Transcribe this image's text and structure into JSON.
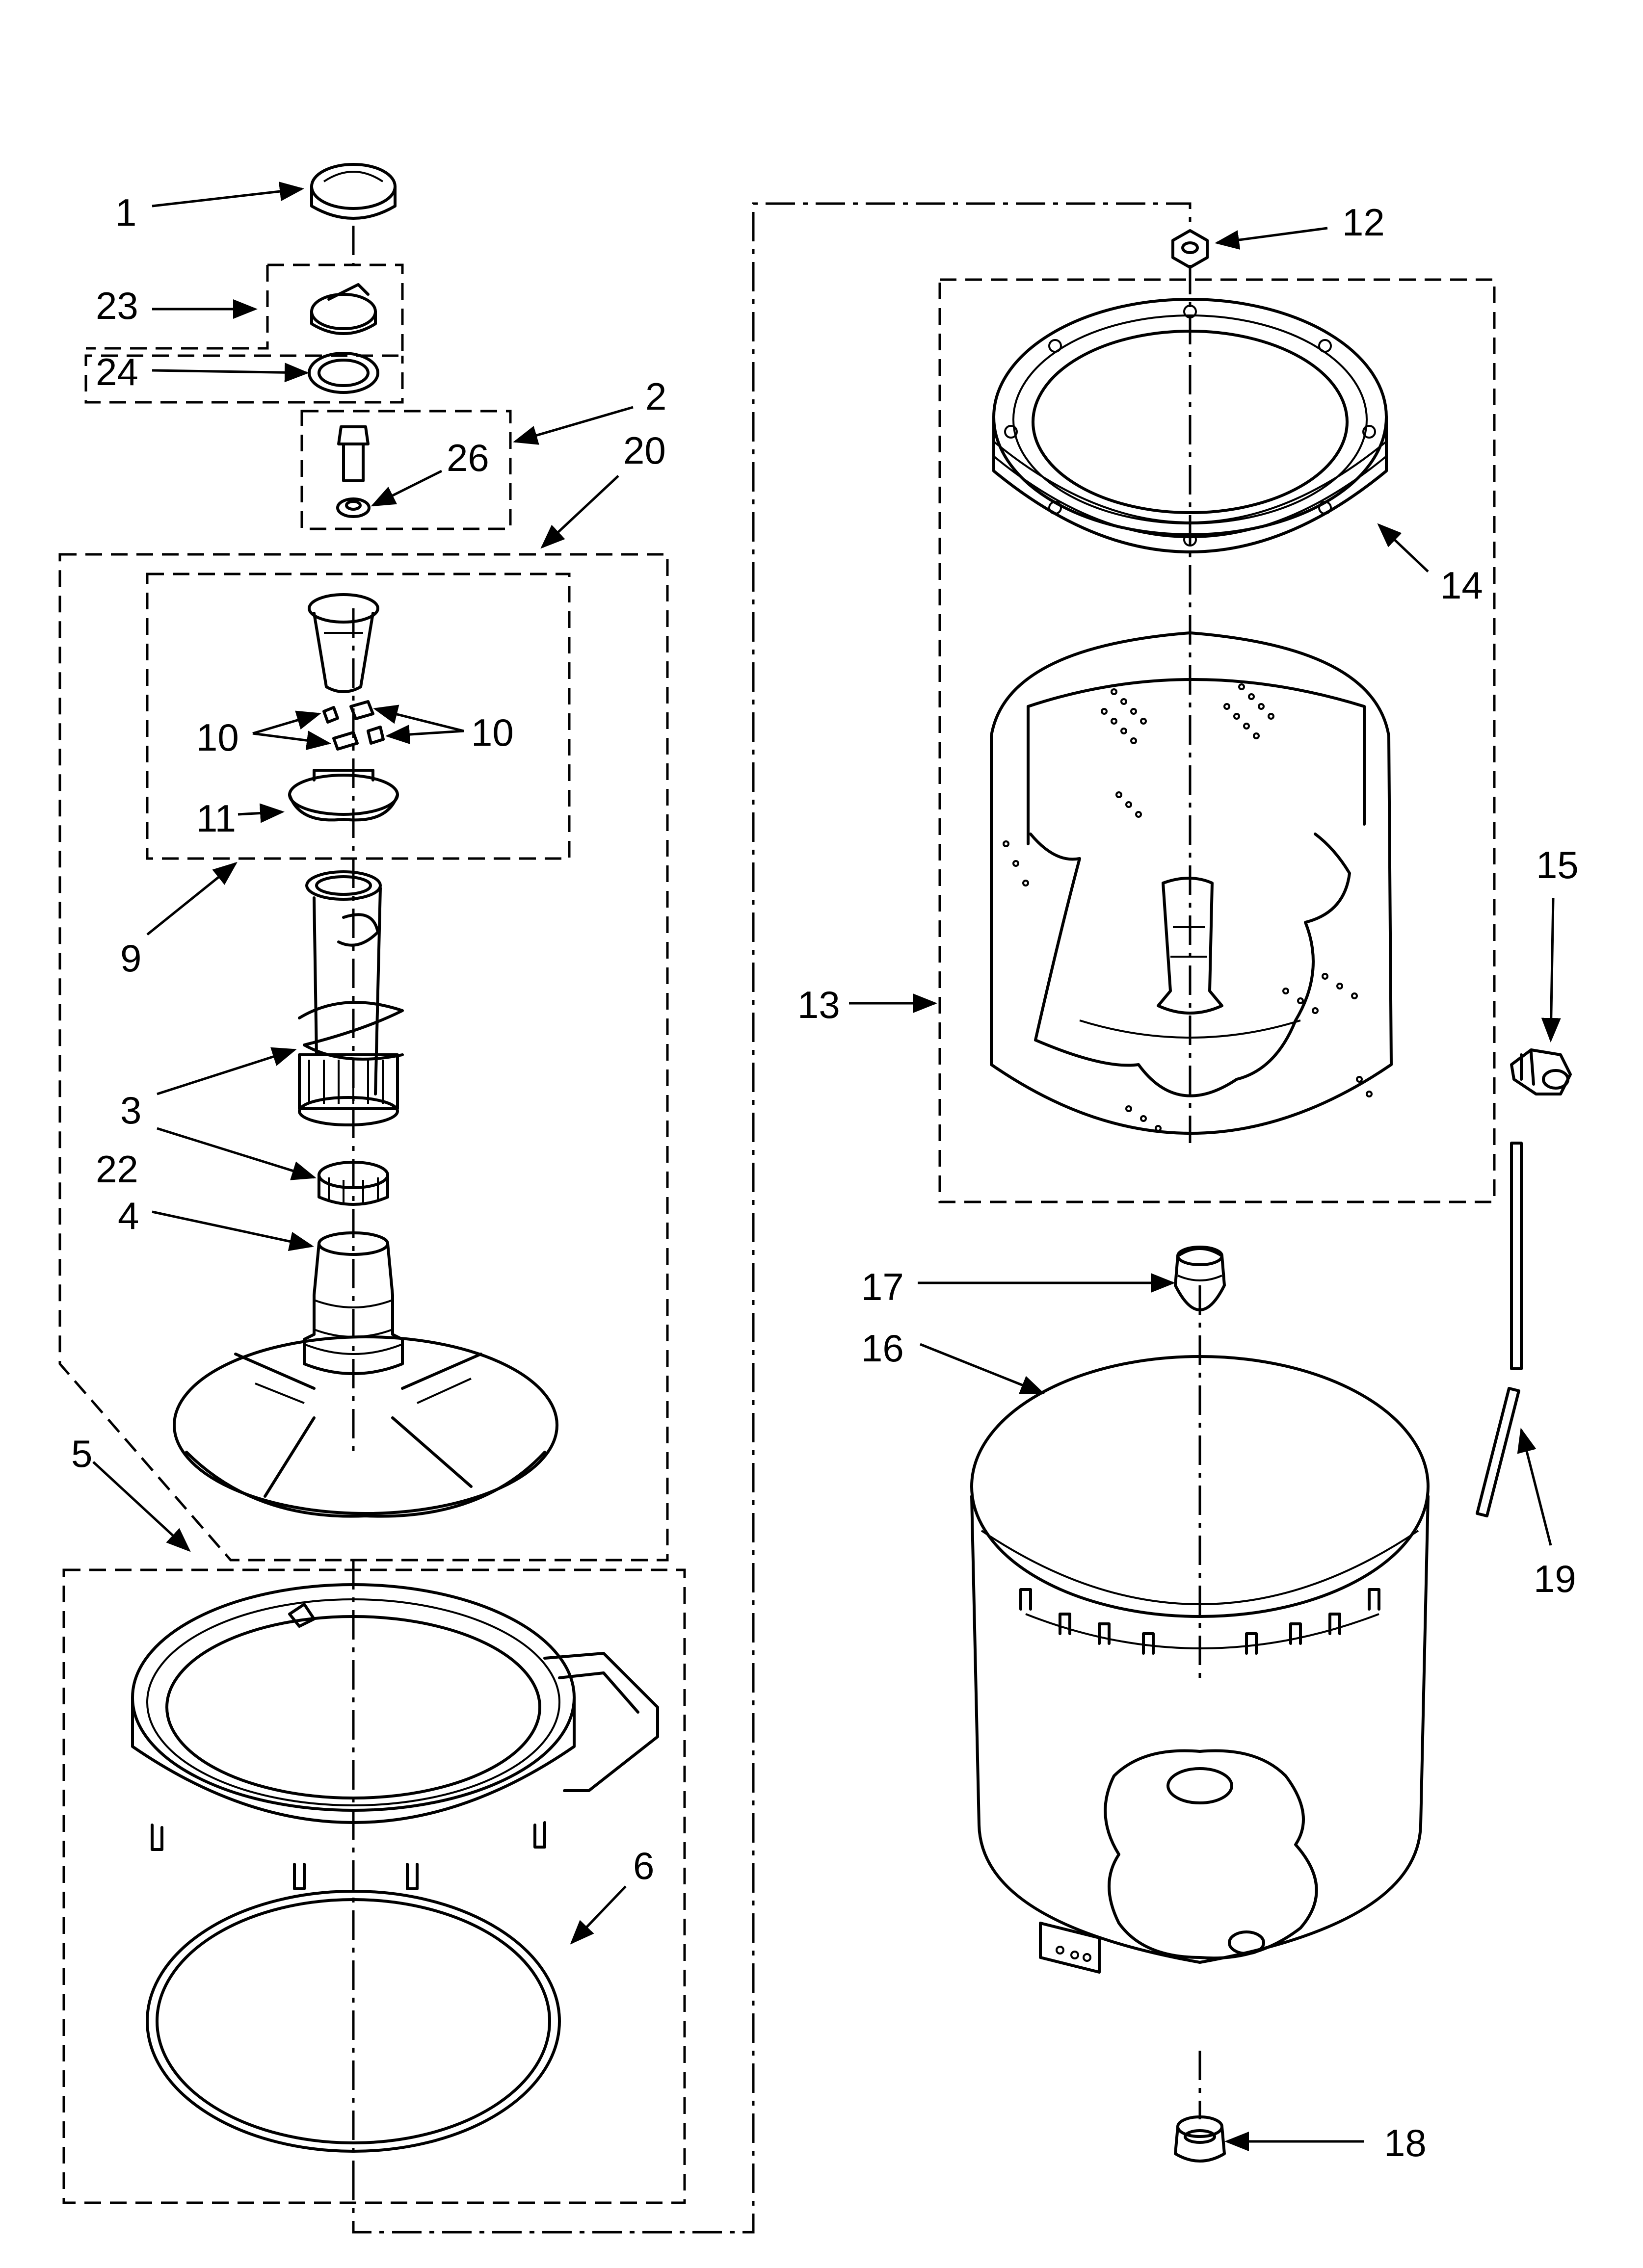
{
  "callouts": {
    "c1": "1",
    "c23": "23",
    "c24": "24",
    "c2": "2",
    "c26": "26",
    "c20": "20",
    "c10a": "10",
    "c10b": "10",
    "c11": "11",
    "c9": "9",
    "c3": "3",
    "c22": "22",
    "c4": "4",
    "c5": "5",
    "c6": "6",
    "c12": "12",
    "c14": "14",
    "c13": "13",
    "c15": "15",
    "c17": "17",
    "c16": "16",
    "c19": "19",
    "c18": "18"
  }
}
